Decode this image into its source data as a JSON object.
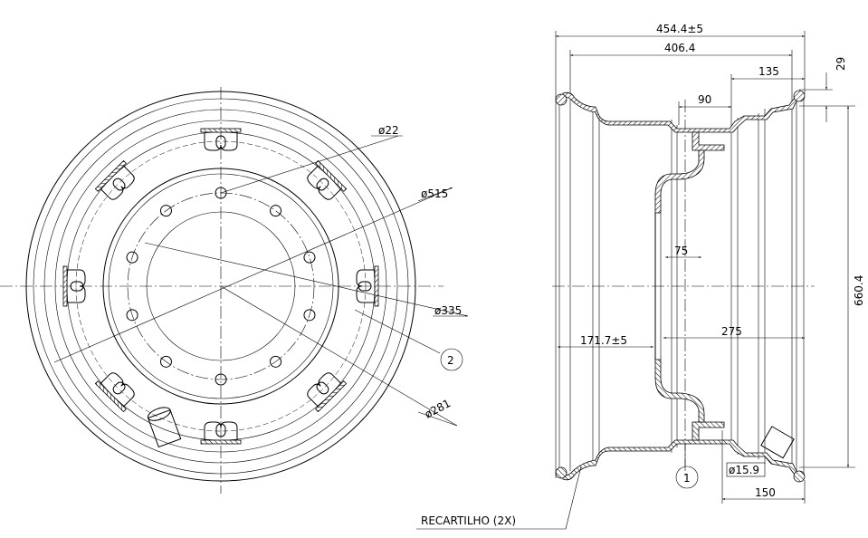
{
  "front_view": {
    "dims": {
      "hole": "ø22",
      "outer": "ø515",
      "bolt_circle": "ø335",
      "hub": "ø281"
    },
    "callout": "2",
    "bolt_holes": 10,
    "slots": 8
  },
  "section_view": {
    "dims": {
      "overall_width": "454.4±5",
      "rim_width": "406.4",
      "d135": "135",
      "d90": "90",
      "d29": "29",
      "diameter": "660.4",
      "d75": "75",
      "d275": "275",
      "offset": "171.7±5",
      "d150": "150",
      "valve_hole": "ø15.9"
    },
    "callout": "1"
  },
  "note": "RECARTILHO (2X)"
}
